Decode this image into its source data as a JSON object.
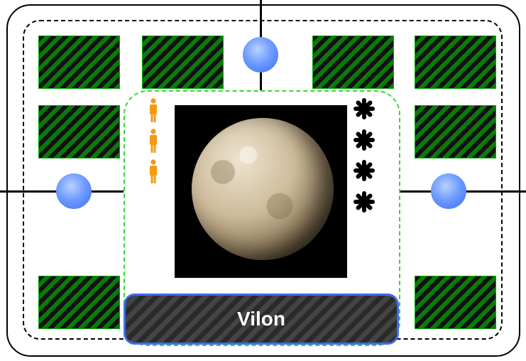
{
  "planet": {
    "name": "Vilon",
    "population_icons": 3,
    "resource_icons": 4
  },
  "colors": {
    "tile_green": "#0a7a0a",
    "card_border_green": "#39d639",
    "node_blue": "#6f9cff",
    "person_orange": "#f39a12",
    "name_bar_border": "#3d6df2"
  },
  "icons": {
    "population": "person-icon",
    "resource": "asterisk-icon",
    "connection_node": "blue-circle-node"
  }
}
